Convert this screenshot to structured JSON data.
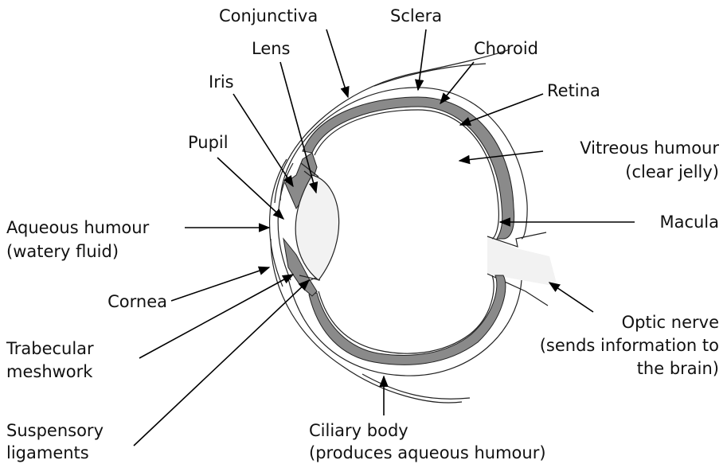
{
  "colors": {
    "background": "#ffffff",
    "line": "#000000",
    "choroid": "#8a8a8a",
    "tissue": "#f2f2f2"
  },
  "labels": {
    "conjunctiva": "Conjunctiva",
    "sclera": "Sclera",
    "lens": "Lens",
    "choroid": "Choroid",
    "iris": "Iris",
    "retina": "Retina",
    "pupil": "Pupil",
    "vitreous_line1": "Vitreous humour",
    "vitreous_line2": "(clear jelly)",
    "aqueous_line1": "Aqueous humour",
    "aqueous_line2": "(watery fluid)",
    "macula": "Macula",
    "cornea": "Cornea",
    "optic_line1": "Optic nerve",
    "optic_line2": "(sends information to",
    "optic_line3": "the brain)",
    "trabecular_line1": "Trabecular",
    "trabecular_line2": "meshwork",
    "suspensory_line1": "Suspensory",
    "suspensory_line2": "ligaments",
    "ciliary_line1": "Ciliary body",
    "ciliary_line2": "(produces aqueous humour)"
  }
}
